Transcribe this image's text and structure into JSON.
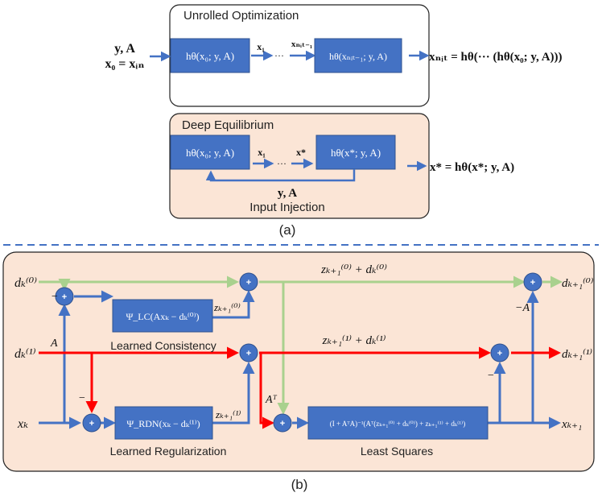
{
  "panel_a": {
    "unrolled": {
      "title": "Unrolled Optimization",
      "box1": "hθ(x₀; y, A)",
      "box2": "hθ(xₙᵢₜ₋₁; y, A)",
      "arrow1_label": "x₁",
      "dots": "···",
      "arrow2_label": "xₙᵢₜ₋₁",
      "input_line1": "y, A",
      "input_line2": "x₀ = xᵢₙ",
      "output": "xₙᵢₜ = hθ(··· (hθ(x₀; y, A)))"
    },
    "deq": {
      "title": "Deep Equilibrium",
      "box1": "hθ(x₀; y, A)",
      "box2": "hθ(x*; y, A)",
      "arrow1_label": "x₁",
      "dots": "···",
      "arrow2_label": "x*",
      "injection_vars": "y, A",
      "injection_label": "Input Injection",
      "output": "x* = hθ(x*; y, A)"
    },
    "caption": "(a)"
  },
  "panel_b": {
    "inputs": {
      "d0": "dₖ⁽⁰⁾",
      "d1": "dₖ⁽¹⁾",
      "x": "xₖ"
    },
    "outputs": {
      "d0": "dₖ₊₁⁽⁰⁾",
      "d1": "dₖ₊₁⁽¹⁾",
      "x": "xₖ₊₁"
    },
    "lc_box": "Ψ_LC(Axₖ − dₖ⁽⁰⁾)",
    "lc_label": "Learned Consistency",
    "rdn_box": "Ψ_RDN(xₖ − dₖ⁽¹⁾)",
    "rdn_label": "Learned Regularization",
    "ls_box": "(I + AᵀA)⁻¹(Aᵀ(zₖ₊₁⁽⁰⁾ + dₖ⁽⁰⁾) + zₖ₊₁⁽¹⁾ + dₖ⁽¹⁾)",
    "ls_label": "Least Squares",
    "z0": "zₖ₊₁⁽⁰⁾",
    "z1": "zₖ₊₁⁽¹⁾",
    "sum0": "zₖ₊₁⁽⁰⁾ + dₖ⁽⁰⁾",
    "sum1": "zₖ₊₁⁽¹⁾ + dₖ⁽¹⁾",
    "minus": "−",
    "A": "A",
    "AT": "Aᵀ",
    "minusA": "−A",
    "plus": "+",
    "caption": "(b)"
  },
  "colors": {
    "box_fill": "#4472C4",
    "box_stroke": "#2F528F",
    "blue_arrow": "#4472C4",
    "green_arrow": "#A9D18E",
    "red_arrow": "#FF0000",
    "panel_fill": "#FBE5D6",
    "dashed_line": "#4472C4"
  }
}
